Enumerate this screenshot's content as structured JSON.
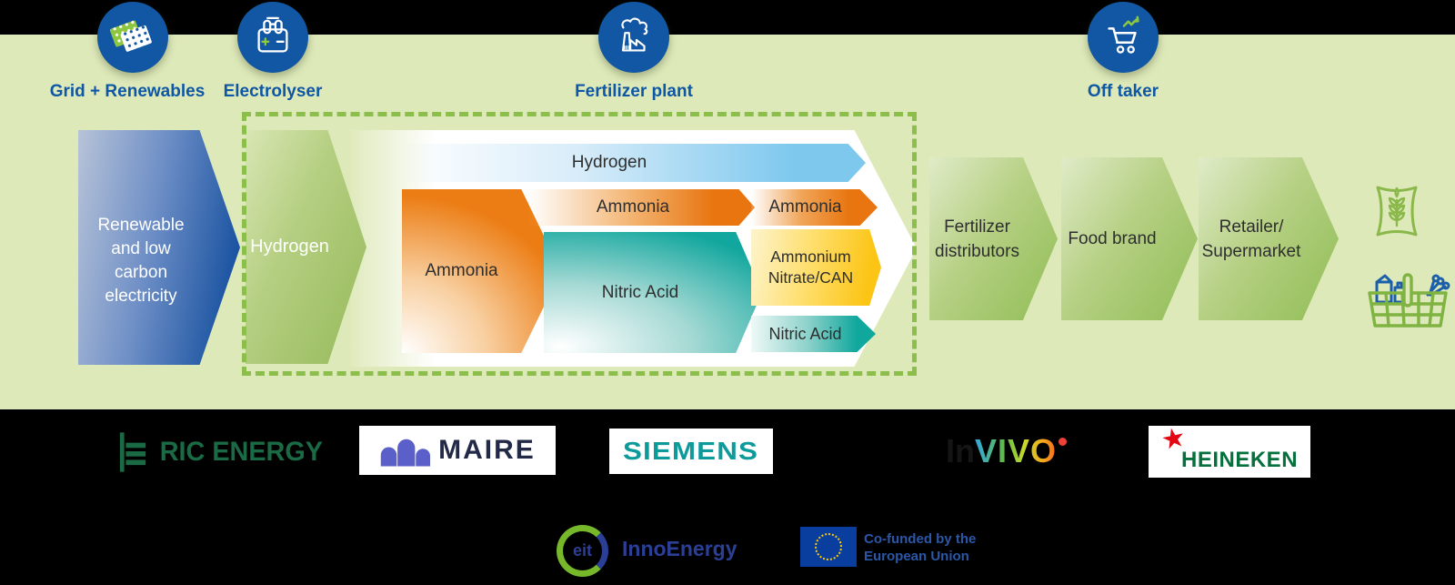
{
  "stages": [
    {
      "label": "Grid + Renewables",
      "icon": "solar-panels"
    },
    {
      "label": "Electrolyser",
      "icon": "electrolyser"
    },
    {
      "label": "Fertilizer plant",
      "icon": "factory"
    },
    {
      "label": "Off taker",
      "icon": "cart-growth"
    }
  ],
  "chain": {
    "electricity_lines": [
      "Renewable",
      "and low",
      "carbon",
      "electricity"
    ],
    "hydrogen": "Hydrogen",
    "plant": {
      "hydrogen": "Hydrogen",
      "ammonia_in": "Ammonia",
      "ammonia_mid": "Ammonia",
      "ammonia_out": "Ammonia",
      "nitric_acid": "Nitric Acid",
      "an_can_lines": [
        "Ammonium",
        "Nitrate/CAN"
      ],
      "nitric_acid_out": "Nitric Acid"
    },
    "downstream": [
      {
        "label": "Fertilizer distributors",
        "lines": [
          "Fertilizer",
          "distributors"
        ]
      },
      {
        "label": "Food brand",
        "lines": [
          "Food brand"
        ]
      },
      {
        "label": "Retailer/Supermarket",
        "lines": [
          "Retailer/",
          "Supermarket"
        ]
      }
    ]
  },
  "partners": {
    "ric": "RIC ENERGY",
    "maire": "MAIRE",
    "siemens": "SIEMENS",
    "invivo_prefix": "In",
    "invivo": "VIVO",
    "heineken": "HEINEKEN"
  },
  "footer": {
    "eit": "eit",
    "innoenergy": "InnoEnergy",
    "eu_lines": [
      "Co-funded by the",
      "European Union"
    ]
  },
  "colors": {
    "band": "#dee9ba",
    "stage_blue": "#1257a3",
    "label_blue": "#0d57a5",
    "electricity_blue": "#1d55a2",
    "chain_green": "#8cbe4c",
    "ammonia_orange": "#e8750f",
    "nitric_teal": "#12a79e",
    "an_can_yellow": "#fcc516",
    "hydrogen_blue": "#7ec8ee"
  }
}
